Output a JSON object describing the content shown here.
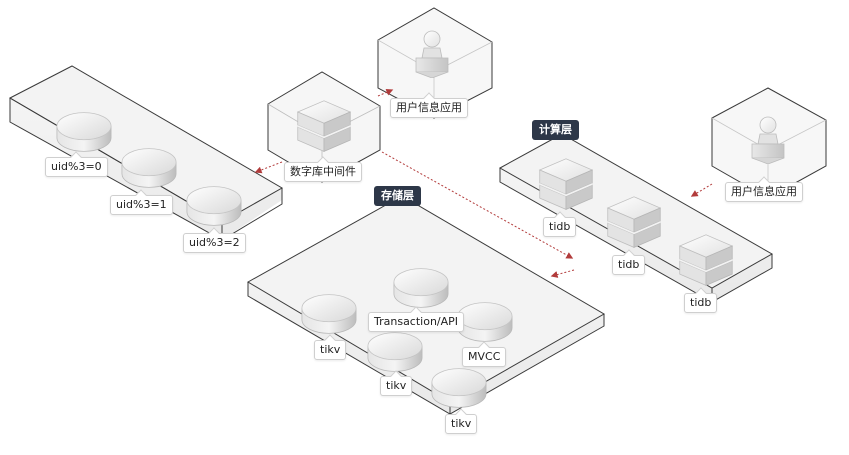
{
  "diagram": {
    "groups": {
      "middleware_user": "用户信息应用",
      "middleware": "数字库中间件",
      "shards": [
        "uid%3=0",
        "uid%3=1",
        "uid%3=2"
      ],
      "compute_layer": "计算层",
      "compute_user": "用户信息应用",
      "tidb_nodes": [
        "tidb",
        "tidb",
        "tidb"
      ],
      "storage_layer": "存储层",
      "storage_items": {
        "transaction": "Transaction/API",
        "mvcc": "MVCC",
        "tikv_1": "tikv",
        "tikv_2": "tikv",
        "tikv_3": "tikv"
      }
    },
    "colors": {
      "arrow": "#b23b3b",
      "platform_edge": "#333333",
      "tag_bg": "#2d3748"
    }
  }
}
